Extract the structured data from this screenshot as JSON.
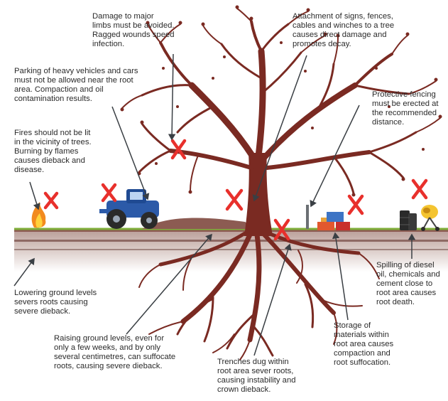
{
  "captions": {
    "limbs": [
      "Damage to major",
      "limbs must be avoided.",
      "Ragged wounds speed",
      "infection."
    ],
    "attachment": [
      "Attachment of signs, fences,",
      "cables and winches to a tree",
      "causes direct damage and",
      "promotes decay."
    ],
    "parking": [
      "Parking of heavy vehicles and cars",
      "must not be allowed near the root",
      "area. Compaction and oil",
      "contamination results."
    ],
    "fencing": [
      "Protective fencing",
      "must be erected at",
      "the recommended",
      "distance."
    ],
    "fires": [
      "Fires should not be lit",
      "in the vicinity of trees.",
      "Burning by flames",
      "causes dieback and",
      "disease."
    ],
    "lowering": [
      "Lowering ground levels",
      "severs roots causing",
      "severe dieback."
    ],
    "spilling": [
      "Spilling of diesel",
      "oil, chemicals and",
      "cement close to",
      "root area causes",
      "root death."
    ],
    "raising": [
      "Raising ground levels, even for",
      "only a few weeks, and by only",
      "several centimetres, can suffocate",
      "roots, causing severe dieback."
    ],
    "storage": [
      "Storage of",
      "materials within",
      "root area causes",
      "compaction and",
      "root suffocation."
    ],
    "trenches": [
      "Trenches dug within",
      "root area sever roots,",
      "causing instability and",
      "crown dieback."
    ]
  },
  "colors": {
    "tree": "#7a2a22",
    "cross": "#e8302c",
    "arrow": "#3a3f44",
    "tractor": "#2c5aa8",
    "flame": "#f28a1e",
    "grass": "#7fae3a",
    "soil_top": "#8c5b52",
    "soil_band": "#c9b3ae"
  },
  "icons": [
    "tractor-icon",
    "fire-icon",
    "materials-stack-icon",
    "oil-drum-icon",
    "cement-mixer-icon",
    "fence-post-icon",
    "cross-mark-icon"
  ]
}
